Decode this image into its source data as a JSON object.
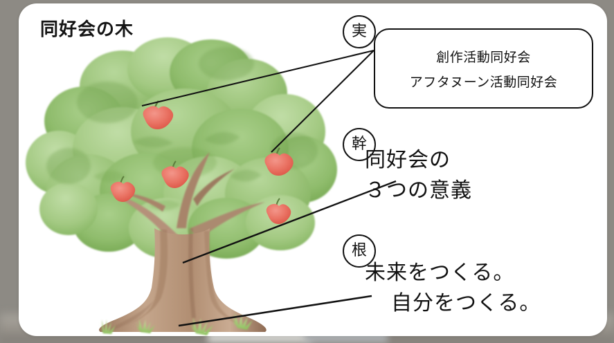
{
  "card": {
    "title": "同好会の木"
  },
  "markers": {
    "fruit": "実",
    "trunk": "幹",
    "root": "根"
  },
  "callout": {
    "line1": "創作活動同好会",
    "line2": "アフタヌーン活動同好会"
  },
  "trunk_text": {
    "line1": "同好会の",
    "line2": "３つの意義"
  },
  "root_text": {
    "line1": "未来をつくる。",
    "line2": "自分をつくる。"
  },
  "illustration": {
    "name": "apple-tree-watercolor",
    "colors": {
      "leaf_light": "#a8cc88",
      "leaf_mid": "#93bf70",
      "leaf_dark": "#7aab55",
      "leaf_shade": "#6e9f4c",
      "apple": "#e8695a",
      "apple_light": "#f08a7c",
      "trunk_light": "#c2a187",
      "trunk_mid": "#a8846a",
      "trunk_dark": "#8a6450",
      "grass": "#9fcc6e"
    }
  }
}
